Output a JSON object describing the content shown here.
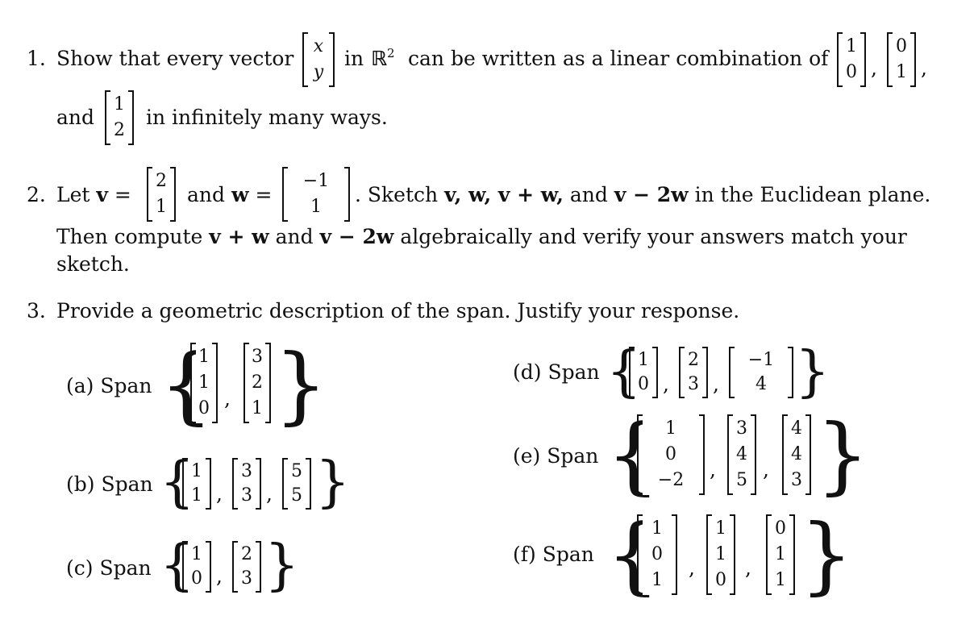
{
  "p1": {
    "num": "1.",
    "t1": "Show that every vector",
    "v_entries": [
      "x",
      "y"
    ],
    "t2": "in",
    "R": "ℝ",
    "sup": "2",
    "t3": "can be written as a linear combination of",
    "e1": [
      "1",
      "0"
    ],
    "e2": [
      "0",
      "1"
    ],
    "comma": ",",
    "and": "and",
    "w": [
      "1",
      "2"
    ],
    "t4": "in infinitely many ways."
  },
  "p2": {
    "num": "2.",
    "let": "Let",
    "v_sym": "v",
    "eq": "=",
    "v": [
      "2",
      "1"
    ],
    "and": "and",
    "w_sym": "w",
    "w": [
      "−1",
      "1"
    ],
    "t1": ". Sketch",
    "sketch_list": "v, w, v + w,",
    "and2": "and",
    "vm2w": "v − 2w",
    "t2": "in the Euclidean plane.",
    "line2a": "Then compute",
    "vpw": "v + w",
    "and3": "and",
    "vm2w2": "v − 2w",
    "line2b": "algebraically and verify your answers match your",
    "line3": "sketch."
  },
  "p3": {
    "num": "3.",
    "text": "Provide a geometric description of the span. Justify your response.",
    "span": "Span",
    "a": {
      "label": "(a)",
      "vectors": [
        [
          "1",
          "1",
          "0"
        ],
        [
          "3",
          "2",
          "1"
        ]
      ]
    },
    "b": {
      "label": "(b)",
      "vectors": [
        [
          "1",
          "1"
        ],
        [
          "3",
          "3"
        ],
        [
          "5",
          "5"
        ]
      ]
    },
    "c": {
      "label": "(c)",
      "vectors": [
        [
          "1",
          "0"
        ],
        [
          "2",
          "3"
        ]
      ]
    },
    "d": {
      "label": "(d)",
      "vectors": [
        [
          "1",
          "0"
        ],
        [
          "2",
          "3"
        ],
        [
          "−1",
          "4"
        ]
      ]
    },
    "e": {
      "label": "(e)",
      "vectors": [
        [
          "1",
          "0",
          "−2"
        ],
        [
          "3",
          "4",
          "5"
        ],
        [
          "4",
          "4",
          "3"
        ]
      ]
    },
    "f": {
      "label": "(f)",
      "vectors": [
        [
          "1",
          "0",
          "1"
        ],
        [
          "1",
          "1",
          "0"
        ],
        [
          "0",
          "1",
          "1"
        ]
      ]
    }
  }
}
